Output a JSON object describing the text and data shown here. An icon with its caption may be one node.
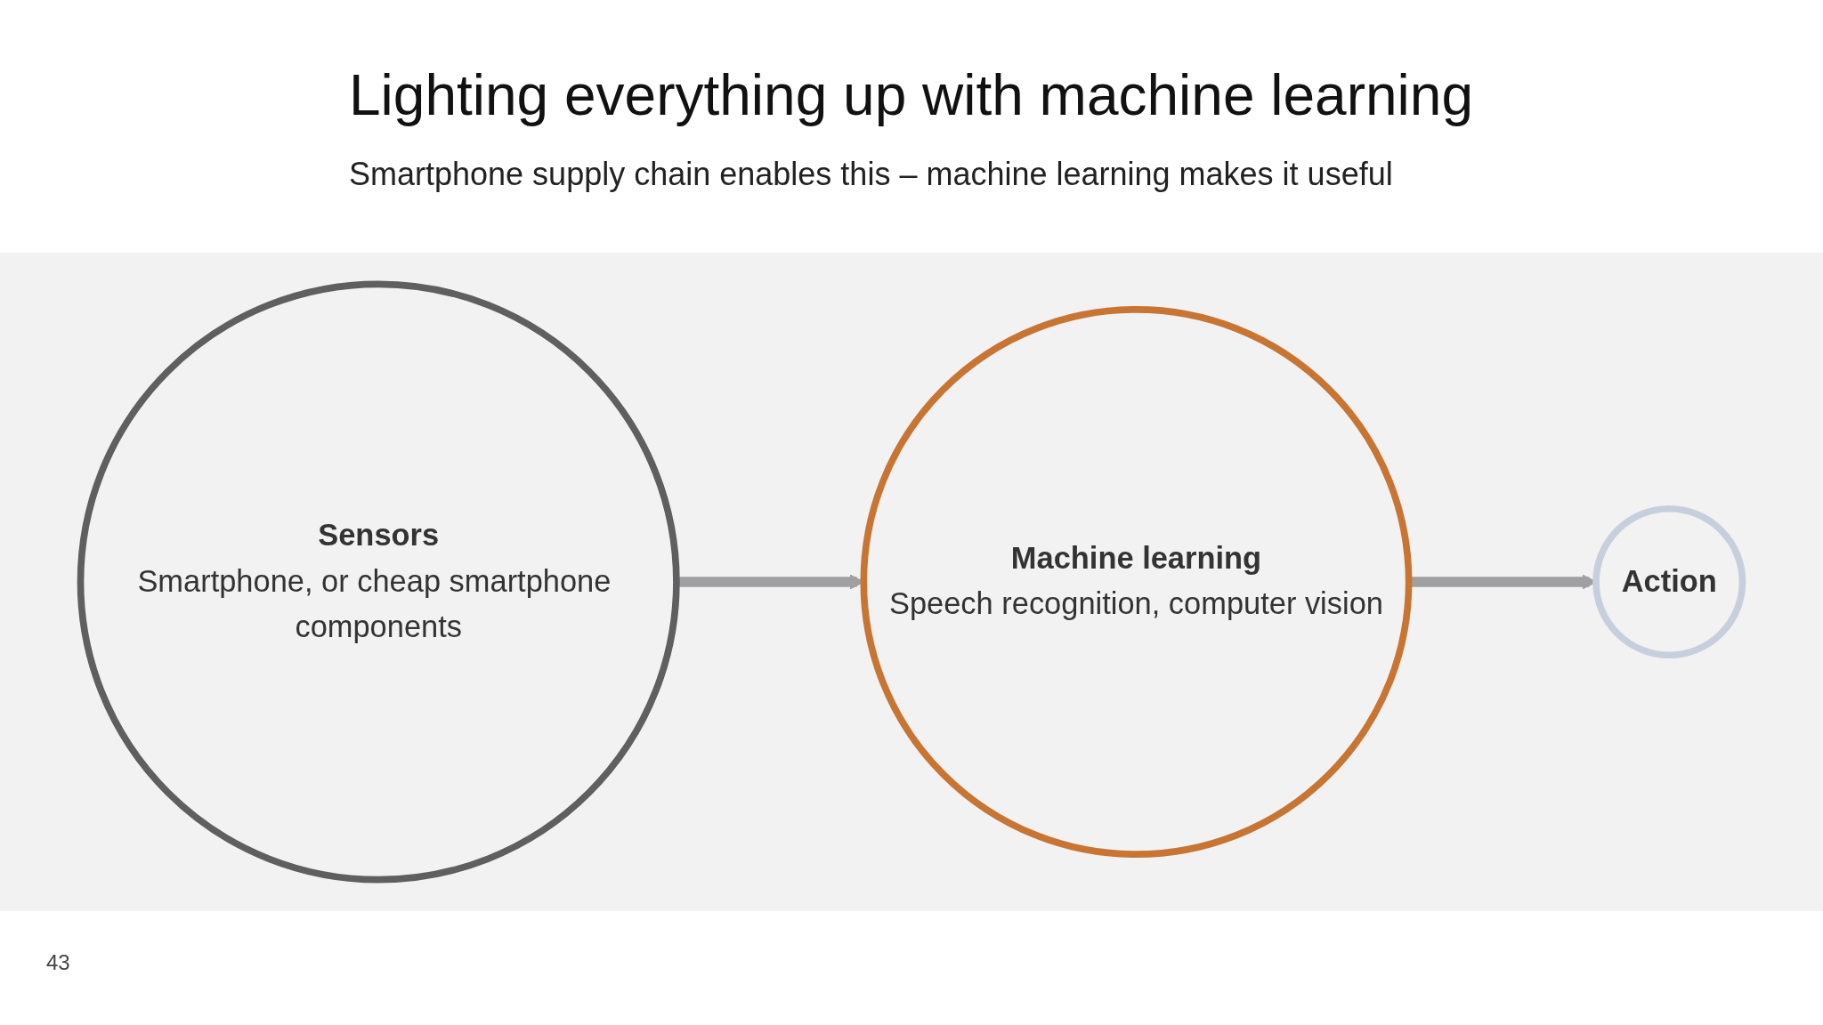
{
  "diagram": {
    "title": "Lighting everything up with machine learning",
    "nodes": [
      {
        "text": [
          "Sensors",
          "Smartphone, or cheap smartphone components"
        ]
      },
      {
        "text": [
          "Machine learning",
          "Speech recognition, computer vision"
        ]
      },
      {
        "text": [
          "Action"
        ]
      }
    ],
    "edges": [
      {
        "from": 0,
        "to": 1,
        "arrow": "to"
      },
      {
        "from": 1,
        "to": 2,
        "arrow": "to"
      }
    ],
    "labels": [
      "Smartphone supply chain enables this – machine learning makes it useful",
      "43"
    ]
  }
}
